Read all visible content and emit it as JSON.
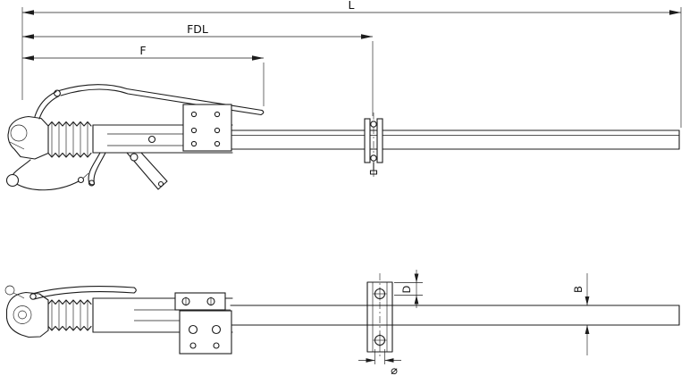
{
  "dimensions": {
    "L": {
      "label": "L"
    },
    "FDL": {
      "label": "FDL"
    },
    "F": {
      "label": "F"
    },
    "D": {
      "label": "D"
    },
    "B": {
      "label": "B"
    },
    "diameter": {
      "label": "⌀"
    }
  },
  "colors": {
    "line_color": "#1c1c1c",
    "background": "#ffffff"
  }
}
